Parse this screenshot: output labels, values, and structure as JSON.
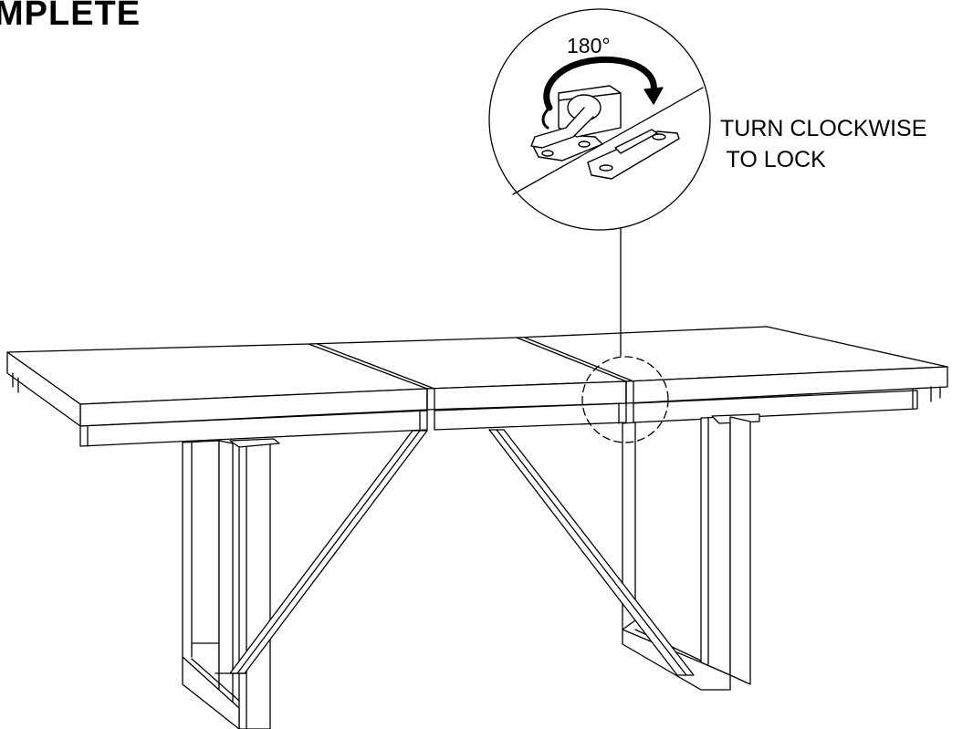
{
  "title": "MPLETE",
  "detail": {
    "rotation_label": "180°",
    "instruction_line1": "TURN CLOCKWISE",
    "instruction_line2": " TO LOCK"
  },
  "icons": {
    "latch": "latch-lock-icon",
    "rotation_arrow": "clockwise-arrow-icon"
  },
  "colors": {
    "line": "#000000",
    "background": "#ffffff"
  }
}
